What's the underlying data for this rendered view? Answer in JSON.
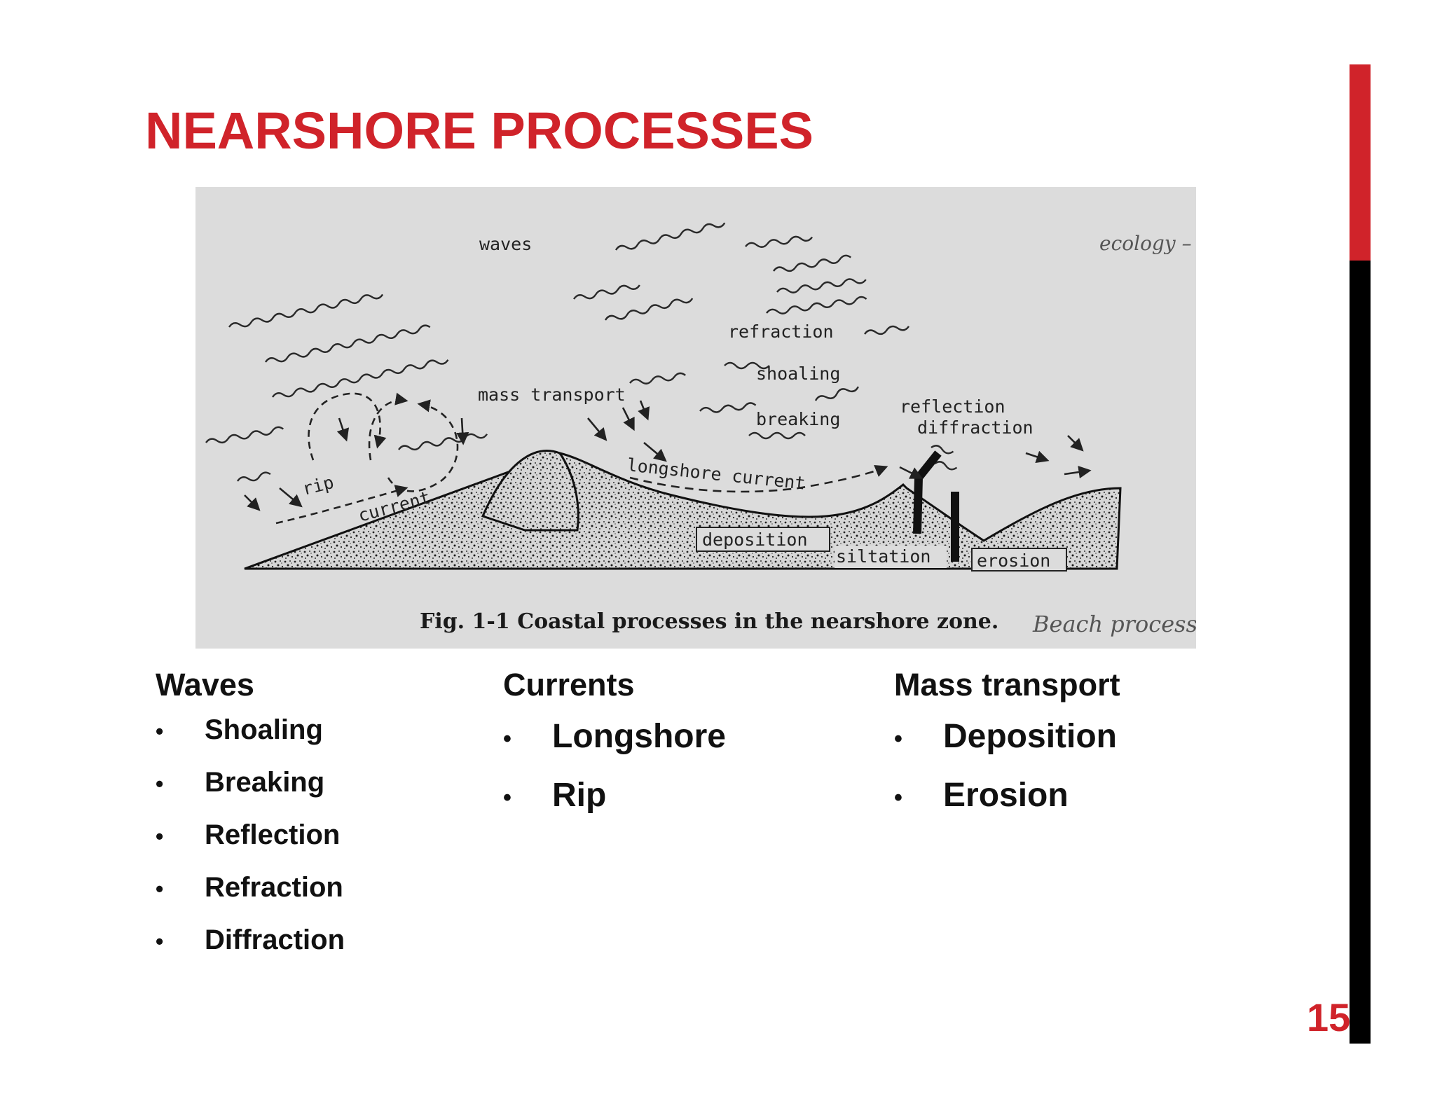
{
  "slide": {
    "title": "NEARSHORE PROCESSES",
    "page_number": "15",
    "accent_color": "#d0232a"
  },
  "figure": {
    "caption": "Fig. 1-1 Coastal processes in the nearshore zone.",
    "labels": {
      "waves": "waves",
      "refraction": "refraction",
      "shoaling": "shoaling",
      "mass_transport": "mass transport",
      "breaking": "breaking",
      "reflection": "reflection",
      "diffraction": "diffraction",
      "rip": "rip",
      "current": "current",
      "longshore_current": "longshore current",
      "deposition": "deposition",
      "siltation": "siltation",
      "erosion": "erosion"
    },
    "handwriting": {
      "top_right": "ecology –",
      "bottom_right": "Beach process"
    }
  },
  "columns": {
    "waves": {
      "heading": "Waves",
      "items": [
        "Shoaling",
        "Breaking",
        "Reflection",
        "Refraction",
        "Diffraction"
      ]
    },
    "currents": {
      "heading": "Currents",
      "items": [
        "Longshore",
        "Rip"
      ]
    },
    "mass_transport": {
      "heading": "Mass transport",
      "items": [
        "Deposition",
        "Erosion"
      ]
    }
  },
  "bullet_symbol": "•"
}
